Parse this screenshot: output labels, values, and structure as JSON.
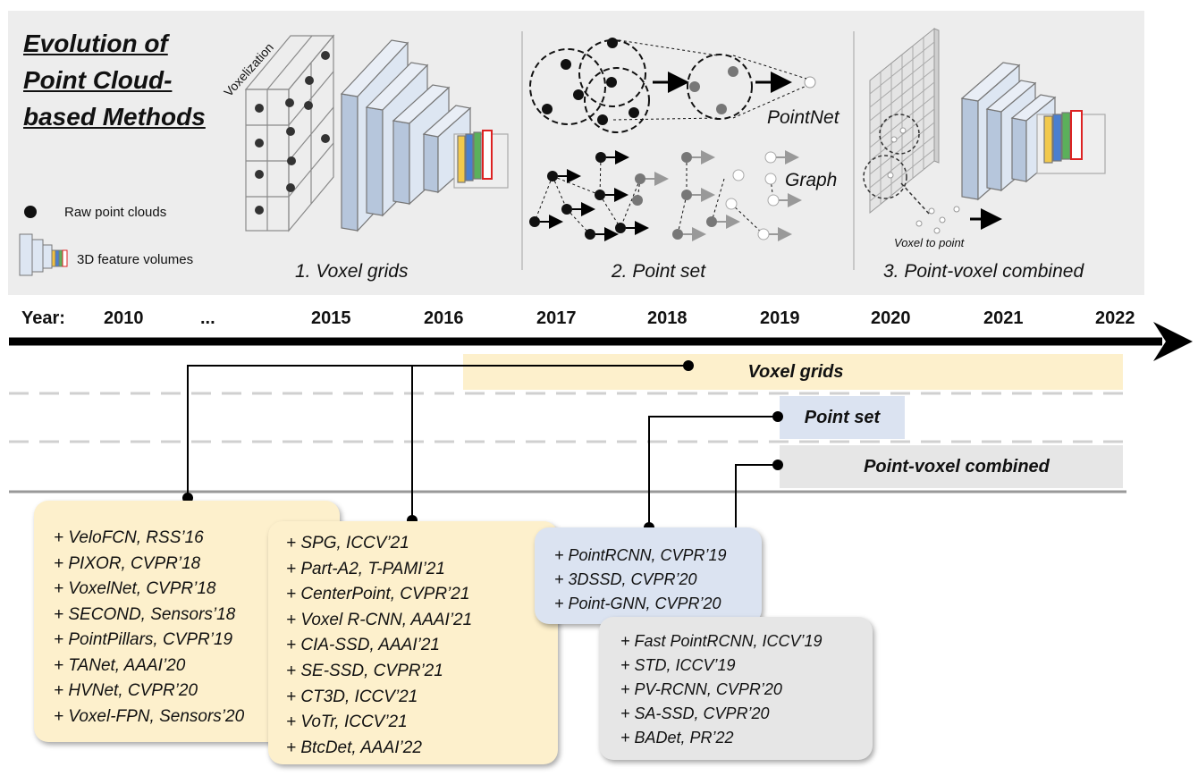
{
  "title": "Evolution of Point Cloud-based Methods",
  "legend": {
    "raw_points": "Raw  point clouds",
    "feature_volumes": "3D feature volumes"
  },
  "panels": {
    "voxel": {
      "label": "1. Voxel grids",
      "voxelization": "Voxelization"
    },
    "point": {
      "label": "2. Point set",
      "pointnet": "PointNet",
      "graph": "Graph"
    },
    "pv": {
      "label": "3. Point-voxel combined",
      "voxel_to_point": "Voxel to point"
    }
  },
  "timeline": {
    "year_label": "Year:",
    "years": [
      "2010",
      "...",
      "2015",
      "2016",
      "2017",
      "2018",
      "2019",
      "2020",
      "2021",
      "2022"
    ]
  },
  "bands": {
    "voxel": "Voxel grids",
    "point": "Point set",
    "pv": "Point-voxel combined"
  },
  "colors": {
    "voxel": "#fdf0cc",
    "point": "#dbe3f1",
    "pv": "#e6e6e6"
  },
  "cards": {
    "voxel_a": [
      "+ VeloFCN, RSS’16",
      "+ PIXOR, CVPR’18",
      "+ VoxelNet, CVPR’18",
      "+ SECOND, Sensors’18",
      "+ PointPillars, CVPR’19",
      "+ TANet, AAAI’20",
      "+ HVNet, CVPR’20",
      "+ Voxel-FPN, Sensors’20"
    ],
    "voxel_b": [
      "+ SPG, ICCV’21",
      "+ Part-A2, T-PAMI’21",
      "+ CenterPoint, CVPR’21",
      "+ Voxel R-CNN, AAAI’21",
      "+ CIA-SSD, AAAI’21",
      "+ SE-SSD, CVPR’21",
      "+ CT3D, ICCV’21",
      "+ VoTr, ICCV’21",
      "+ BtcDet, AAAI’22"
    ],
    "point": [
      "+ PointRCNN, CVPR’19",
      "+ 3DSSD, CVPR’20",
      "+ Point-GNN, CVPR’20"
    ],
    "pv": [
      "+ Fast PointRCNN, ICCV’19",
      "+ STD, ICCV’19",
      "+ PV-RCNN, CVPR’20",
      "+ SA-SSD, CVPR’20",
      "+ BADet, PR’22"
    ]
  }
}
